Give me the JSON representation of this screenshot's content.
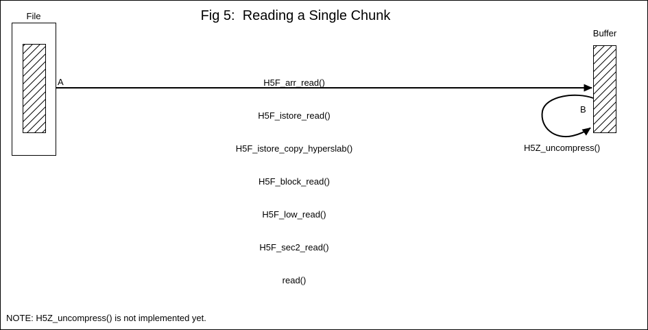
{
  "diagram": {
    "title": "Fig 5:  Reading a Single Chunk",
    "file": {
      "label": "File"
    },
    "buffer": {
      "label": "Buffer"
    },
    "points": {
      "a": "A",
      "b": "B"
    },
    "call_stack": [
      "H5F_arr_read()",
      "H5F_istore_read()",
      "H5F_istore_copy_hyperslab()",
      "H5F_block_read()",
      "H5F_low_read()",
      "H5F_sec2_read()",
      "read()"
    ],
    "uncompress_label": "H5Z_uncompress()",
    "note": "NOTE: H5Z_uncompress() is not implemented yet.",
    "colors": {
      "ink": "#000000",
      "background": "#ffffff"
    }
  }
}
